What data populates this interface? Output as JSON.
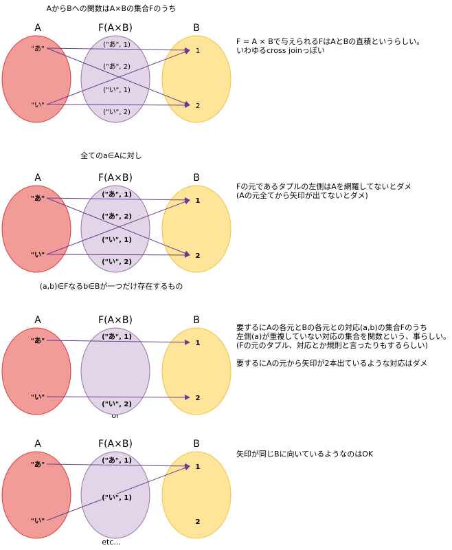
{
  "colors": {
    "set_a_fill": "#f19c99",
    "set_a_stroke": "#e03838",
    "set_f_fill": "#e1d5e7",
    "set_f_stroke": "#9673a6",
    "set_b_fill": "#ffe599",
    "set_b_stroke": "#f2c045",
    "arrow": "#6a3d8c"
  },
  "labels": {
    "set_a": "A",
    "set_f": "F(A×B)",
    "set_b": "B",
    "a1": "\"あ\"",
    "a2": "\"い\"",
    "b1": "1",
    "b2": "2",
    "t_a1": "(\"あ\", 1)",
    "t_a2": "(\"あ\", 2)",
    "t_i1": "(\"い\", 1)",
    "t_i2": "(\"い\", 2)"
  },
  "captions": {
    "c1": "AからBへの関数はA×Bの集合Fのうち",
    "c2": "全てのa∈Aに対し",
    "c3": "(a,b)∈Fなるb∈Bが一つだけ存在するもの",
    "c4": "or",
    "c5": "etc..."
  },
  "notes": {
    "n1": [
      "F = A × Bで与えられるFはAとBの直積というらしい。",
      "いわゆるcross joinっぽい"
    ],
    "n2": [
      "Fの元であるタプルの左側はAを網羅してないとダメ",
      "(Aの元全てから矢印が出てないとダメ)"
    ],
    "n3": [
      "要するにAの各元とBの各元との対応(a,b)の集合Fのうち",
      "左側(a)が重複していない対応の集合を関数という、事らしい。",
      "(Fの元のタプル、対応とか規則と言ったりもするらしい)",
      "",
      "要するにAの元から矢印が2本出ているような対応はダメ"
    ],
    "n4": [
      "矢印が同じBに向いているようなのはOK"
    ]
  },
  "diagrams": [
    {
      "bold": false,
      "tuples": [
        "t_a1",
        "t_a2",
        "t_i1",
        "t_i2"
      ],
      "arrows": [
        [
          "a1",
          "b1"
        ],
        [
          "a1",
          "b2"
        ],
        [
          "a2",
          "b1"
        ],
        [
          "a2",
          "b2"
        ]
      ]
    },
    {
      "bold": true,
      "tuples": [
        "t_a1",
        "t_a2",
        "t_i1",
        "t_i2"
      ],
      "arrows": [
        [
          "a1",
          "b1"
        ],
        [
          "a1",
          "b2"
        ],
        [
          "a2",
          "b1"
        ],
        [
          "a2",
          "b2"
        ]
      ]
    },
    {
      "bold": true,
      "tuples": [
        "t_a1",
        "t_i2"
      ],
      "arrows": [
        [
          "a1",
          "b1"
        ],
        [
          "a2",
          "b2"
        ]
      ]
    },
    {
      "bold": true,
      "tuples": [
        "t_a1",
        "t_i1"
      ],
      "arrows": [
        [
          "a1",
          "b1"
        ],
        [
          "a2",
          "b1"
        ]
      ]
    }
  ]
}
